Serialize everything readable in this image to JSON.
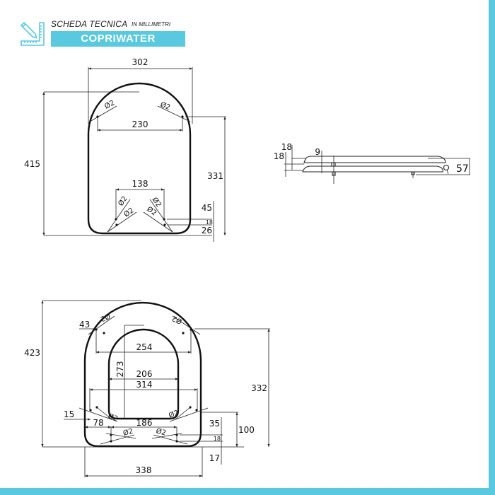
{
  "header": {
    "title": "SCHEDA TECNICA",
    "subtitle": "IN MILLIMETRI",
    "product": "COPRIWATER",
    "icon": "ruler-pencil-icon"
  },
  "colors": {
    "accent": "#58c9df",
    "line": "#111111",
    "background": "#ffffff"
  },
  "top_view": {
    "width": "302",
    "height": "415",
    "hole_spacing_top": "230",
    "height_to_top_holes": "331",
    "hole_spacing_bottom": "138",
    "hole_diameter": "Ø2",
    "bottom_offset_45": "45",
    "bottom_offset_18": "18",
    "bottom_offset_26": "26"
  },
  "side_view": {
    "thickness_upper": "18",
    "thickness_lower": "18",
    "gap": "9",
    "total_height": "57"
  },
  "bottom_view": {
    "height": "423",
    "top_offset": "43",
    "hole_spacing_top": "254",
    "inner_opening_height": "273",
    "inner_opening_width": "206",
    "width_314": "314",
    "height_to_top_holes": "332",
    "side_offset": "15",
    "offset_78": "78",
    "hole_spacing_186": "186",
    "offset_35": "35",
    "offset_100": "100",
    "offset_18": "18",
    "offset_17": "17",
    "total_width": "338",
    "hole_diameter": "Ø2"
  }
}
